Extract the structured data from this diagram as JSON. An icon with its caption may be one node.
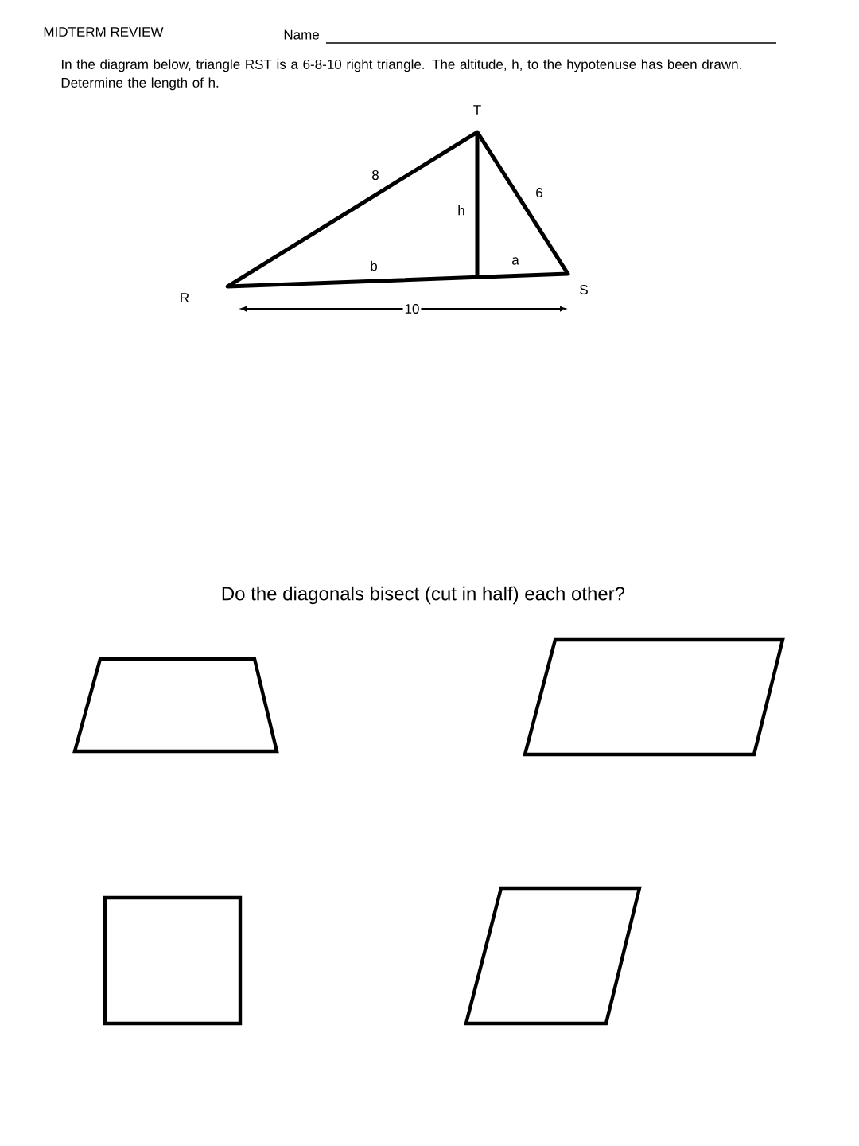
{
  "diagram": {
    "title": "MIDTERM REVIEW",
    "labels": [
      "Name",
      "In the diagram below, triangle RST is a 6-8-10 right triangle. The altitude, h, to the hypotenuse has been drawn. Determine the length of h.",
      "T",
      "8",
      "6",
      "h",
      "b",
      "a",
      "R",
      "S",
      "10",
      "Do the diagonals bisect (cut in half) each other?"
    ]
  }
}
